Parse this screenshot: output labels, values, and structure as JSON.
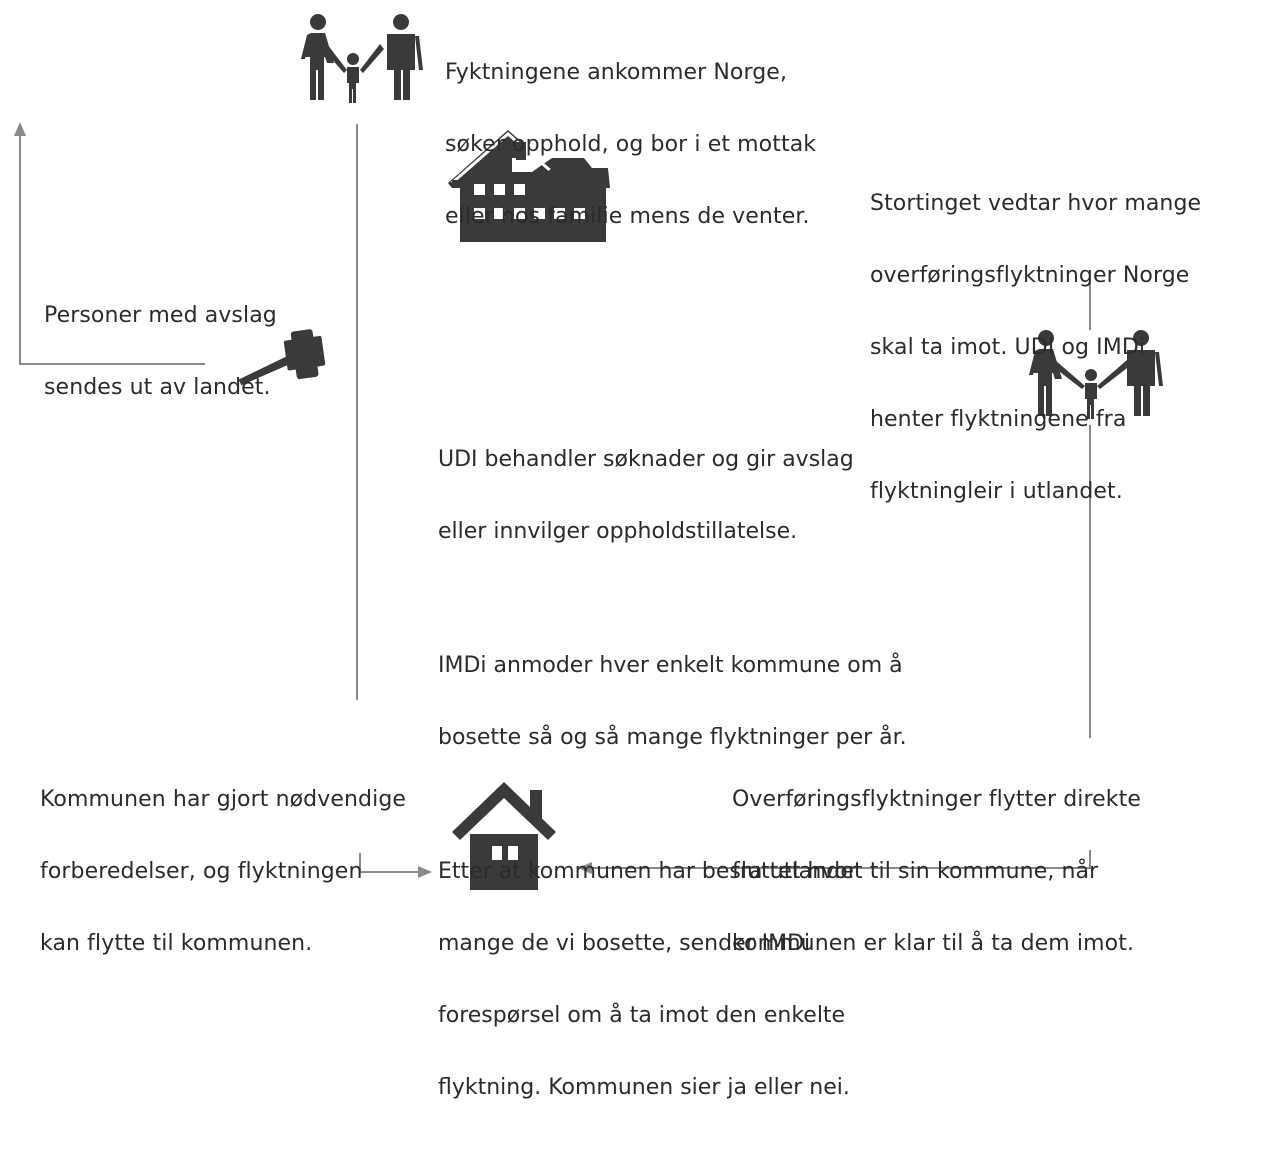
{
  "colors": {
    "icon": "#3a3a3a",
    "line": "#8a8a8a",
    "text": "#2b2b2b"
  },
  "icons": {
    "family_top": "family-icon",
    "family_right": "family-icon",
    "building": "reception-center-icon",
    "gavel": "gavel-icon",
    "house": "house-icon"
  },
  "texts": {
    "arrival": [
      "Fyktningene ankommer Norge,",
      "søker opphold, og bor i et mottak",
      "eller hos familie mens de venter."
    ],
    "storting": [
      "Stortinget vedtar hvor mange",
      "overføringsflyktninger Norge",
      "skal ta imot. UDI og IMDi",
      "henter flyktningene fra",
      "flyktningleir i utlandet."
    ],
    "rejection": [
      "Personer med avslag",
      "sendes ut av landet."
    ],
    "process": [
      [
        "UDI behandler søknader og gir avslag",
        "eller innvilger oppholdstillatelse."
      ],
      [
        "IMDi anmoder hver enkelt kommune om å",
        "bosette så og så mange flyktninger per år."
      ],
      [
        "Etter at kommunen har besluttet hvor",
        "mange de vi bosette, sender IMDi",
        "forespørsel om å ta imot den enkelte",
        "flyktning. Kommunen sier ja eller nei."
      ]
    ],
    "municipality_ready": [
      "Kommunen har gjort nødvendige",
      "forberedelser, og flyktningen",
      "kan flytte til kommunen."
    ],
    "transfer": [
      "Overføringsflyktninger flytter direkte",
      "fra utlandet til sin kommune, når",
      "kommunen er klar til å ta dem imot."
    ]
  }
}
